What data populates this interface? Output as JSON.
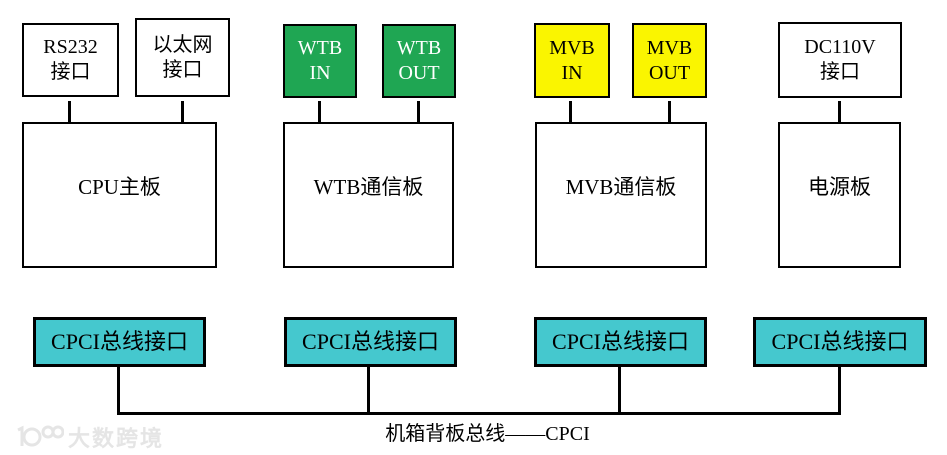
{
  "colors": {
    "background": "#FFFFFF",
    "border": "#000000",
    "wtb_green": "#1FA653",
    "mvb_yellow": "#FAF500",
    "cpci_cyan": "#45C8CE",
    "watermark_gray": "#E5E5E5"
  },
  "interfaces": [
    {
      "line1": "RS232",
      "line2": "接口"
    },
    {
      "line1": "以太网",
      "line2": "接口"
    },
    {
      "line1": "WTB",
      "line2": "IN"
    },
    {
      "line1": "WTB",
      "line2": "OUT"
    },
    {
      "line1": "MVB",
      "line2": "IN"
    },
    {
      "line1": "MVB",
      "line2": "OUT"
    },
    {
      "line1": "DC110V",
      "line2": "接口"
    }
  ],
  "boards": [
    {
      "label": "CPU主板"
    },
    {
      "label": "WTB通信板"
    },
    {
      "label": "MVB通信板"
    },
    {
      "label": "电源板"
    }
  ],
  "cpci_slots": [
    {
      "label": "CPCI总线接口"
    },
    {
      "label": "CPCI总线接口"
    },
    {
      "label": "CPCI总线接口"
    },
    {
      "label": "CPCI总线接口"
    }
  ],
  "bus": {
    "label": "机箱背板总线——CPCI"
  },
  "watermark": {
    "text": "大数跨境"
  }
}
